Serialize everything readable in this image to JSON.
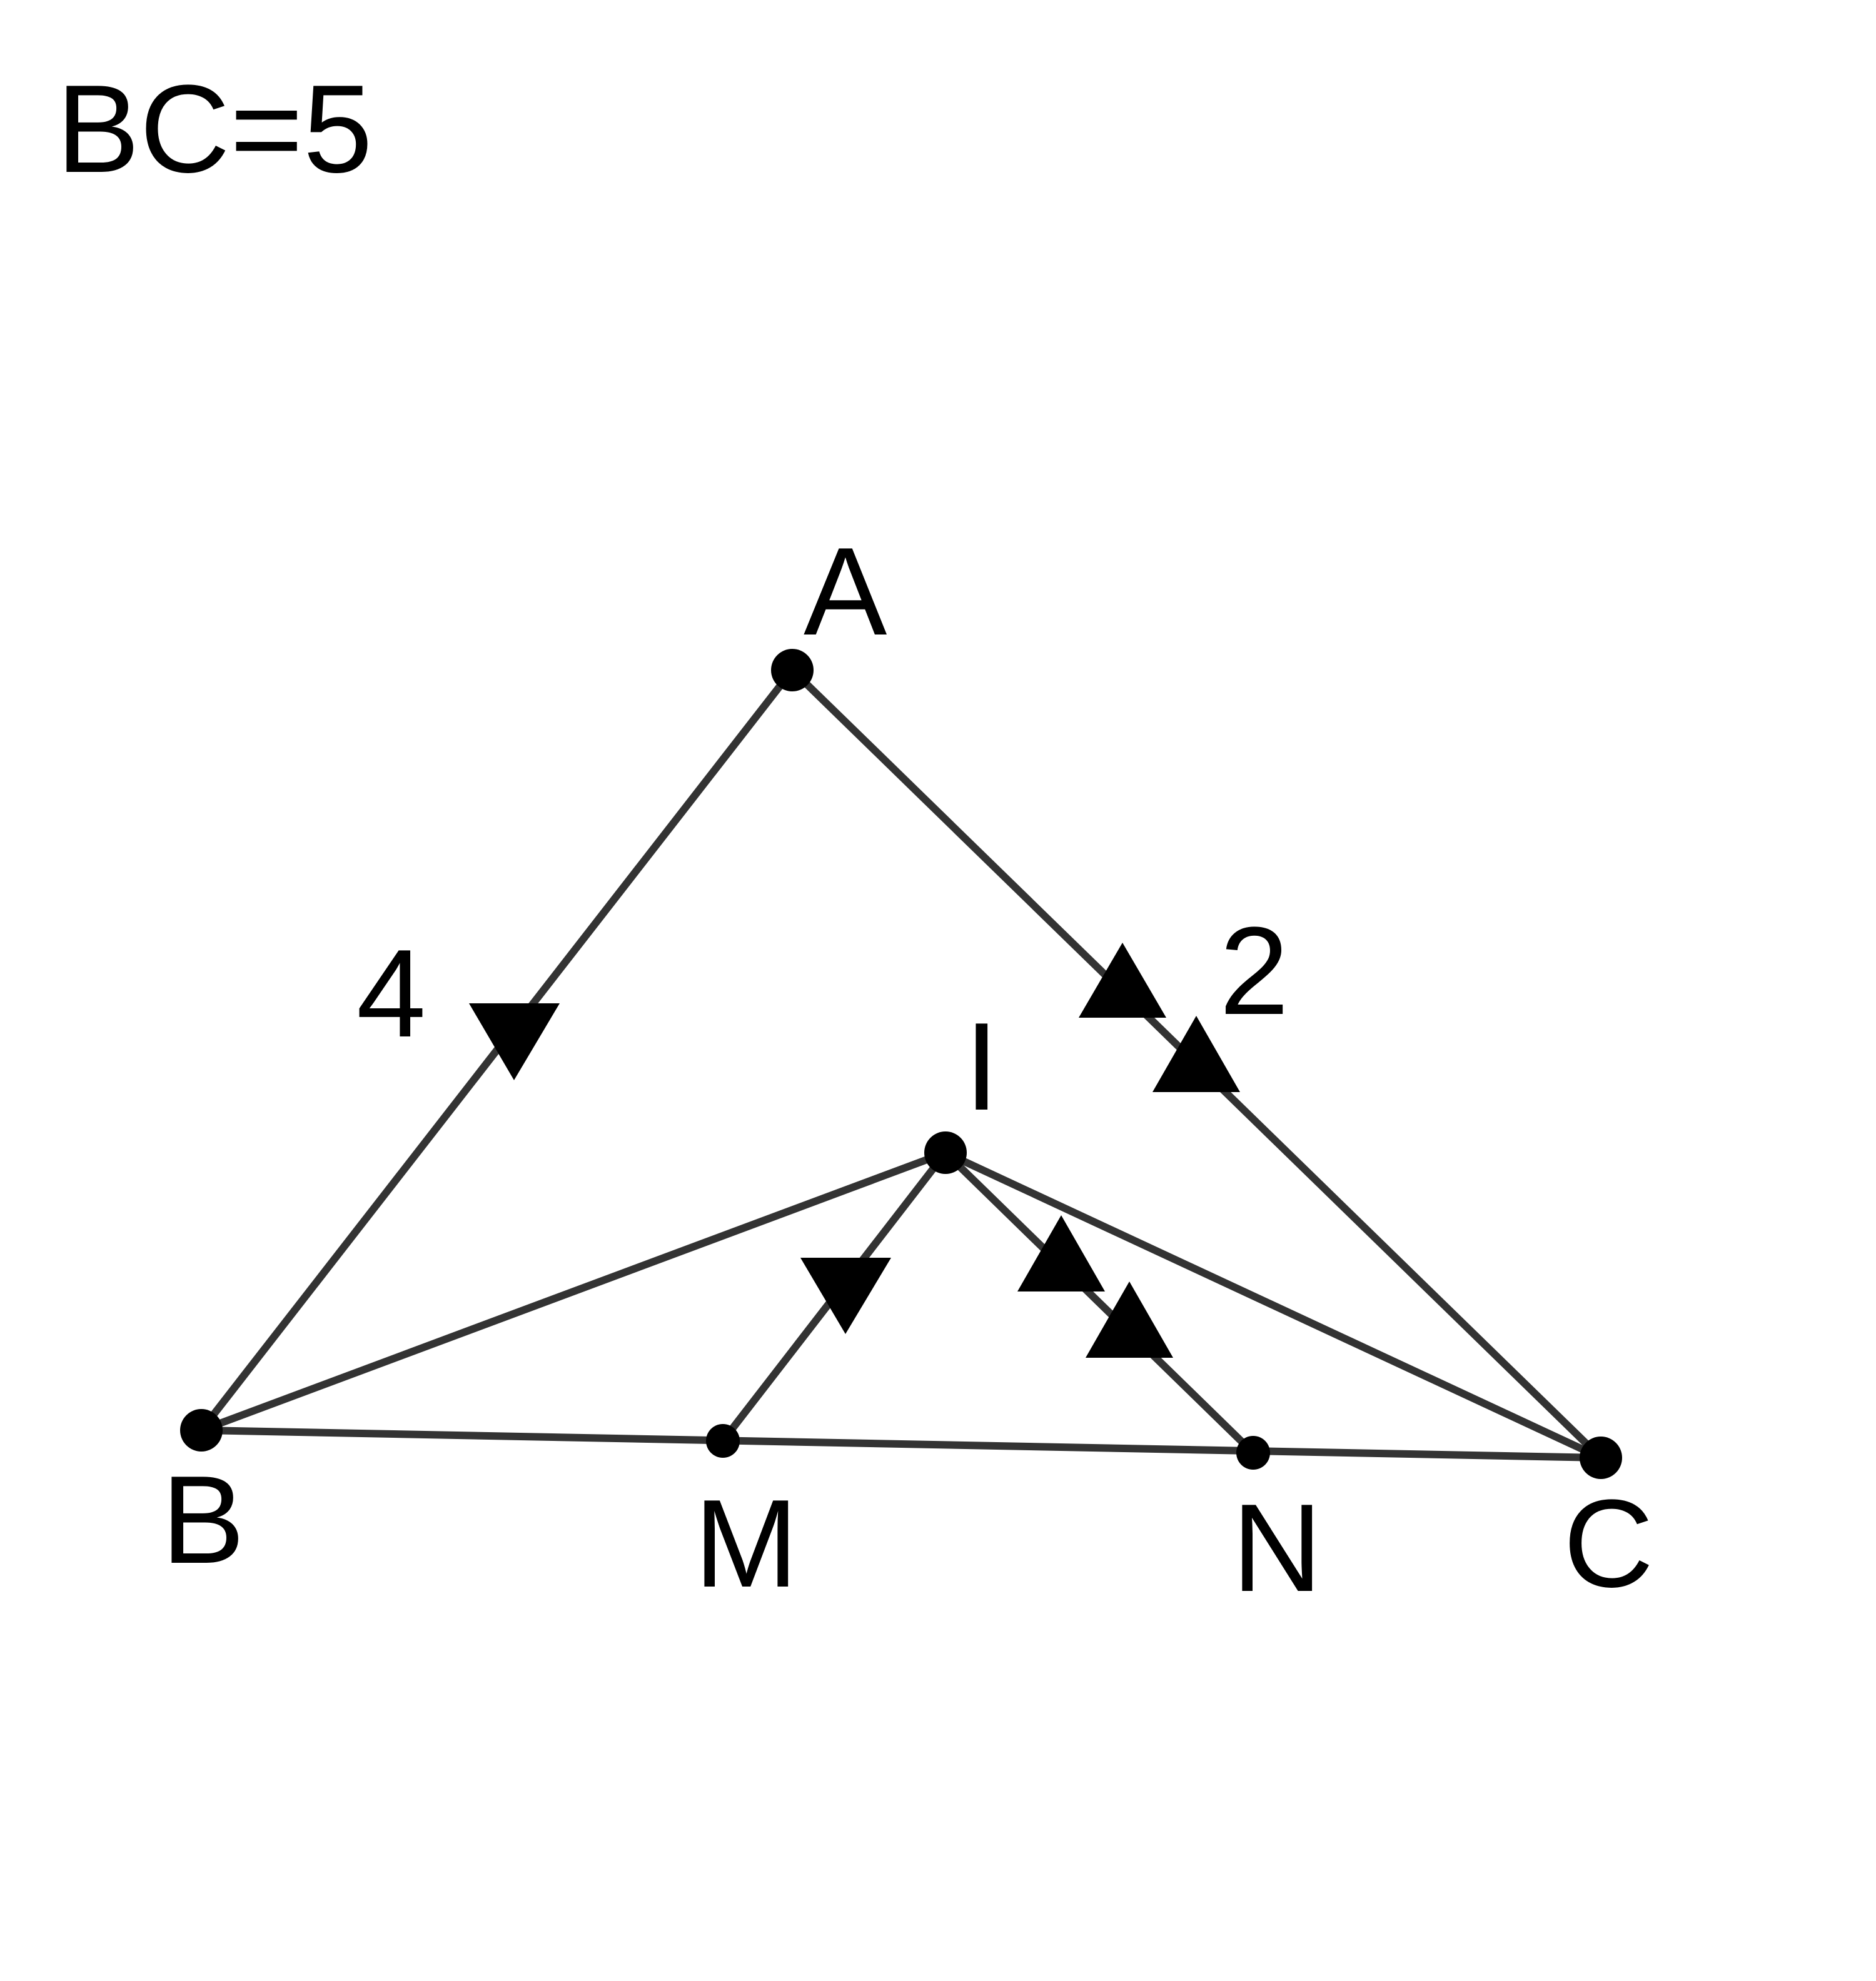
{
  "given": "BC=5",
  "points": {
    "A": "A",
    "B": "B",
    "C": "C",
    "I": "I",
    "M": "M",
    "N": "N"
  },
  "lengths": {
    "AB": "4",
    "AC": "2"
  },
  "colors": {
    "line": "#333333",
    "mark": "#000000",
    "background": "#ffffff"
  }
}
